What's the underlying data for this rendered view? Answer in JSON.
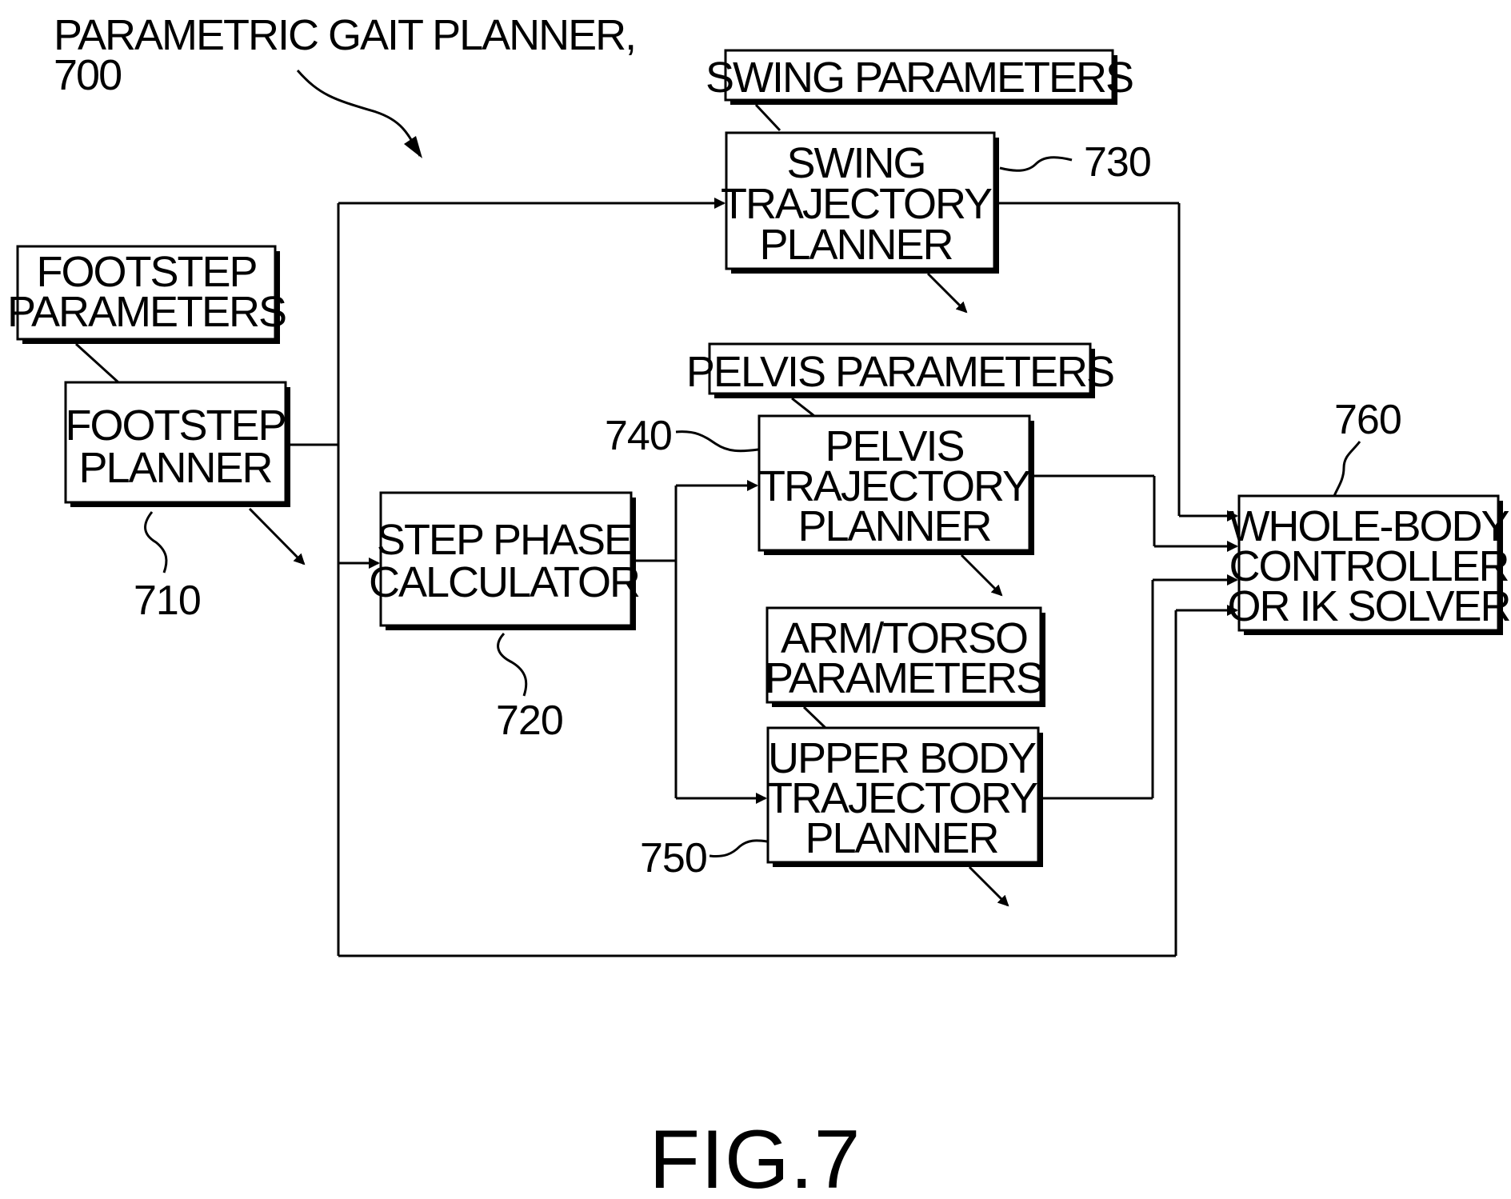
{
  "diagram": {
    "title_label": "PARAMETRIC GAIT PLANNER,",
    "title_ref": "700",
    "figure_caption": "FIG.7",
    "parameters": {
      "swing": "SWING PARAMETERS",
      "footstep": [
        "FOOTSTEP",
        "PARAMETERS"
      ],
      "pelvis": "PELVIS PARAMETERS",
      "arm_torso": [
        "ARM/TORSO",
        "PARAMETERS"
      ]
    },
    "blocks": {
      "footstep_planner": {
        "lines": [
          "FOOTSTEP",
          "PLANNER"
        ],
        "ref": "710"
      },
      "step_phase_calculator": {
        "lines": [
          "STEP PHASE",
          "CALCULATOR"
        ],
        "ref": "720"
      },
      "swing_trajectory_planner": {
        "lines": [
          "SWING",
          "TRAJECTORY",
          "PLANNER"
        ],
        "ref": "730"
      },
      "pelvis_trajectory_planner": {
        "lines": [
          "PELVIS",
          "TRAJECTORY",
          "PLANNER"
        ],
        "ref": "740"
      },
      "upper_body_trajectory_planner": {
        "lines": [
          "UPPER BODY",
          "TRAJECTORY",
          "PLANNER"
        ],
        "ref": "750"
      },
      "whole_body_controller": {
        "lines": [
          "WHOLE-BODY",
          "CONTROLLER",
          "OR IK SOLVER"
        ],
        "ref": "760"
      }
    }
  }
}
